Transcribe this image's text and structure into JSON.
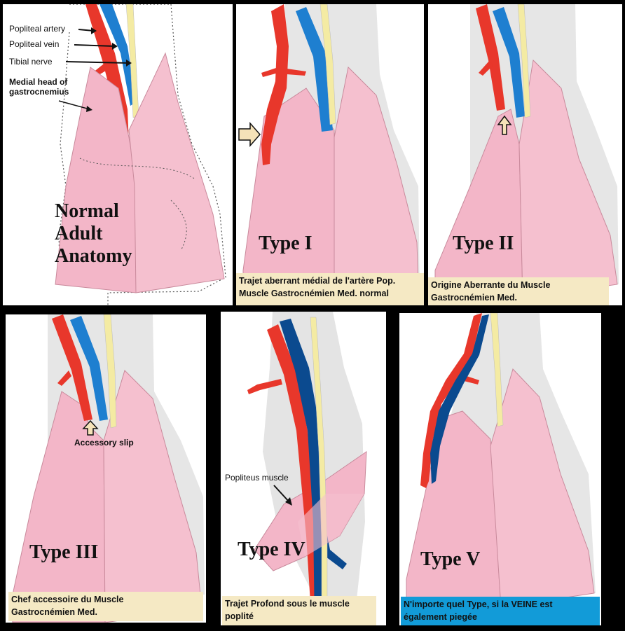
{
  "panels": {
    "normal": {
      "labels": {
        "artery": "Popliteal artery",
        "vein": "Popliteal vein",
        "nerve": "Tibial nerve",
        "muscle_line1": "Medial head of",
        "muscle_line2": "gastrocnemius"
      },
      "title_line1": "Normal",
      "title_line2": "Adult",
      "title_line3": "Anatomy"
    },
    "type1": {
      "title": "Type I",
      "caption_line1": "Trajet aberrant médial de l'artère Pop.",
      "caption_line2": "Muscle Gastrocnémien Med. normal"
    },
    "type2": {
      "title": "Type II",
      "caption_line1": "Origine Aberrante du Muscle",
      "caption_line2": "Gastrocnémien Med."
    },
    "type3": {
      "title": "Type III",
      "slip_label": "Accessory slip",
      "caption_line1": "Chef accessoire du Muscle",
      "caption_line2": "Gastrocnémien Med."
    },
    "type4": {
      "title": "Type IV",
      "muscle_label": "Popliteus muscle",
      "caption_line1": "Trajet Profond sous le muscle",
      "caption_line2": "poplité"
    },
    "type5": {
      "title": "Type V",
      "caption_line1": "N'importe quel Type, si la VEINE est",
      "caption_line2": "également piegée"
    }
  },
  "colors": {
    "artery": "#e8372b",
    "vein": "#1e7fd0",
    "vein_dark": "#0b4a8f",
    "nerve": "#f4eba3",
    "muscle": "#f3b6c8",
    "limb": "#e4e4e4",
    "caption_bg": "#f5e9c4",
    "caption_blue": "#129bd8"
  }
}
